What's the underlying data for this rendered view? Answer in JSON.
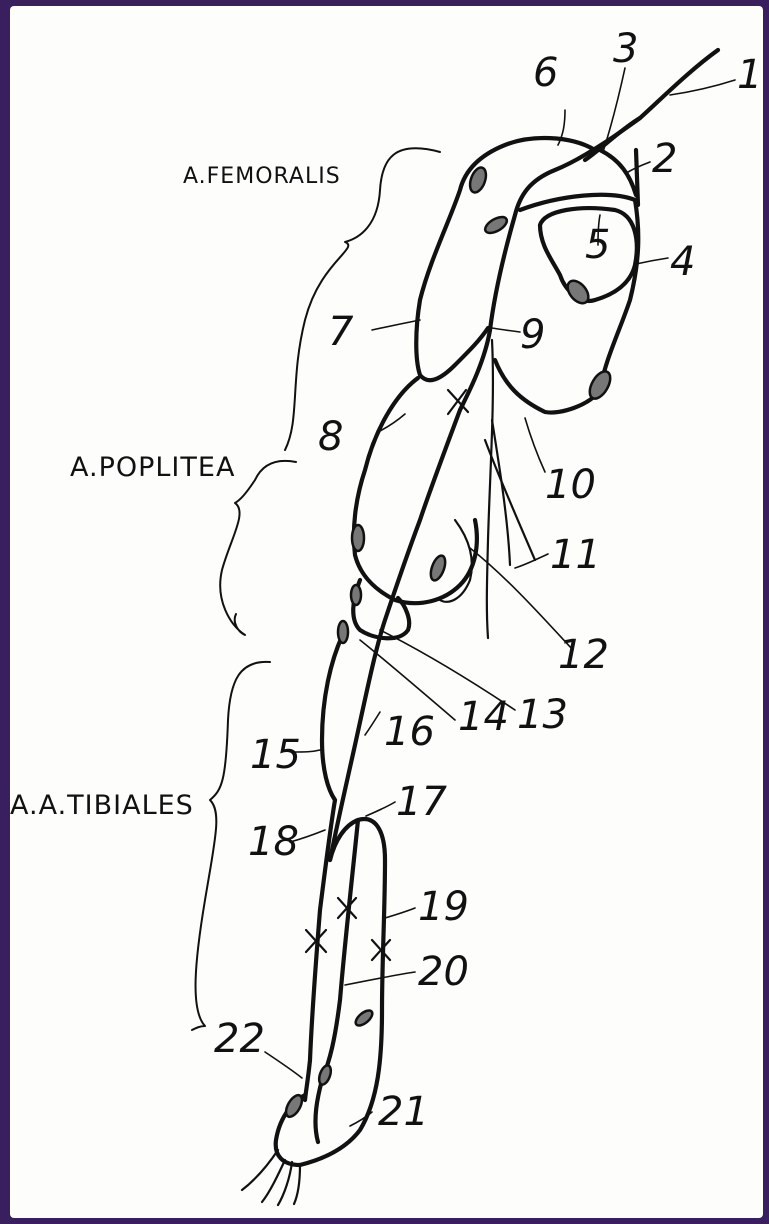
{
  "colors": {
    "background": "#3a1f5e",
    "paper": "#fdfdfb",
    "ink": "#111111"
  },
  "regions": [
    {
      "key": "femoralis",
      "text": "A.FEMORALIS"
    },
    {
      "key": "poplitea",
      "text": "A.POPLITEA"
    },
    {
      "key": "tibiales",
      "text": "A.A.TIBIALES"
    }
  ],
  "labels": [
    "1",
    "2",
    "3",
    "4",
    "5",
    "6",
    "7",
    "8",
    "9",
    "10",
    "11",
    "12",
    "13",
    "14",
    "15",
    "16",
    "17",
    "18",
    "19",
    "20",
    "21",
    "22"
  ]
}
